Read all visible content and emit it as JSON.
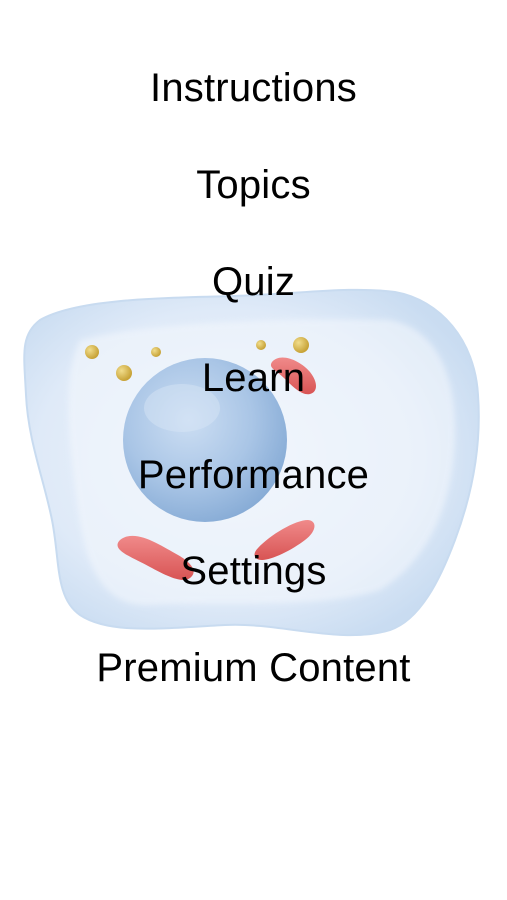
{
  "background_image": {
    "icon": "animal-cell-illustration",
    "colors": {
      "membrane": "#dbe8f7",
      "membrane_edge": "#c6d9ef",
      "nucleus": "#9bbde3",
      "mitochondria": "#e46a6a",
      "granules": "#d9bb52"
    }
  },
  "menu": {
    "items": [
      {
        "label": "Instructions"
      },
      {
        "label": "Topics"
      },
      {
        "label": "Quiz"
      },
      {
        "label": "Learn"
      },
      {
        "label": "Performance"
      },
      {
        "label": "Settings"
      },
      {
        "label": "Premium Content"
      }
    ]
  }
}
